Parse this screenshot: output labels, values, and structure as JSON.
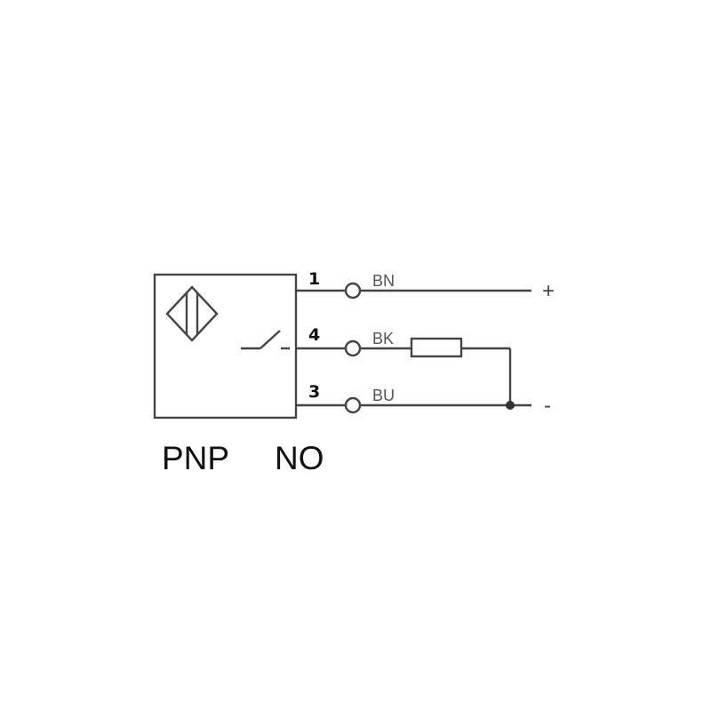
{
  "diagram": {
    "type": "wiring-diagram",
    "line_color": "#444444",
    "terminals": [
      {
        "pin": "1",
        "wire": "BN",
        "supply": "+"
      },
      {
        "pin": "4",
        "wire": "BK",
        "supply": ""
      },
      {
        "pin": "3",
        "wire": "BU",
        "supply": "-"
      }
    ],
    "output_type": "PNP",
    "contact_type": "NO",
    "icons": [
      "inductive-sensor-icon",
      "switch-contact-icon",
      "resistor-icon"
    ]
  }
}
